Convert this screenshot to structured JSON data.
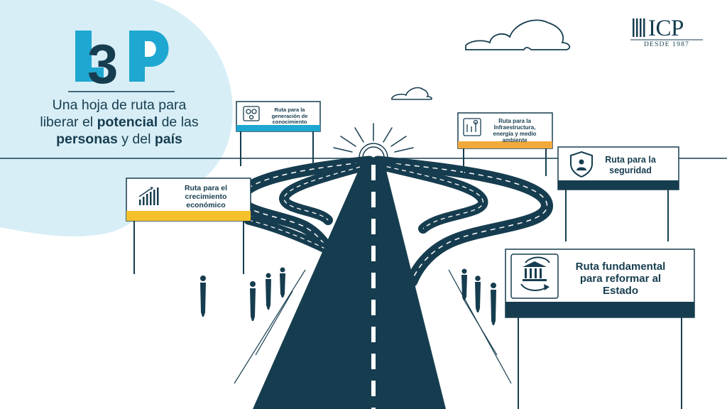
{
  "brand": {
    "logo_text": "L3P",
    "tagline_parts": [
      {
        "text": "Una hoja de ruta para liberar el ",
        "bold": false
      },
      {
        "text": "potencial",
        "bold": true
      },
      {
        "text": " de las ",
        "bold": false
      },
      {
        "text": "personas",
        "bold": true
      },
      {
        "text": " y del ",
        "bold": false
      },
      {
        "text": "país",
        "bold": true
      }
    ]
  },
  "publisher": {
    "name": "ICP",
    "since": "DESDE 1987"
  },
  "signs": {
    "knowledge": {
      "label": "Ruta para la generación de conocimiento",
      "icon": "science-gears-icon"
    },
    "infrastructure": {
      "label": "Ruta para la Infraestructura, energía y medio ambiente",
      "icon": "energy-industry-icon"
    },
    "security": {
      "label": "Ruta para la seguridad",
      "icon": "shield-person-icon"
    },
    "economy": {
      "label": "Ruta para el crecimiento económico",
      "icon": "growth-chart-icon"
    },
    "state": {
      "label": "Ruta fundamental para reformar al Estado",
      "icon": "government-building-icon"
    }
  },
  "colors": {
    "navy": "#163d4f",
    "cyan": "#1ea7d0",
    "yellow": "#f4c12b",
    "orange": "#f2a93b",
    "blob": "#d7eef7"
  }
}
